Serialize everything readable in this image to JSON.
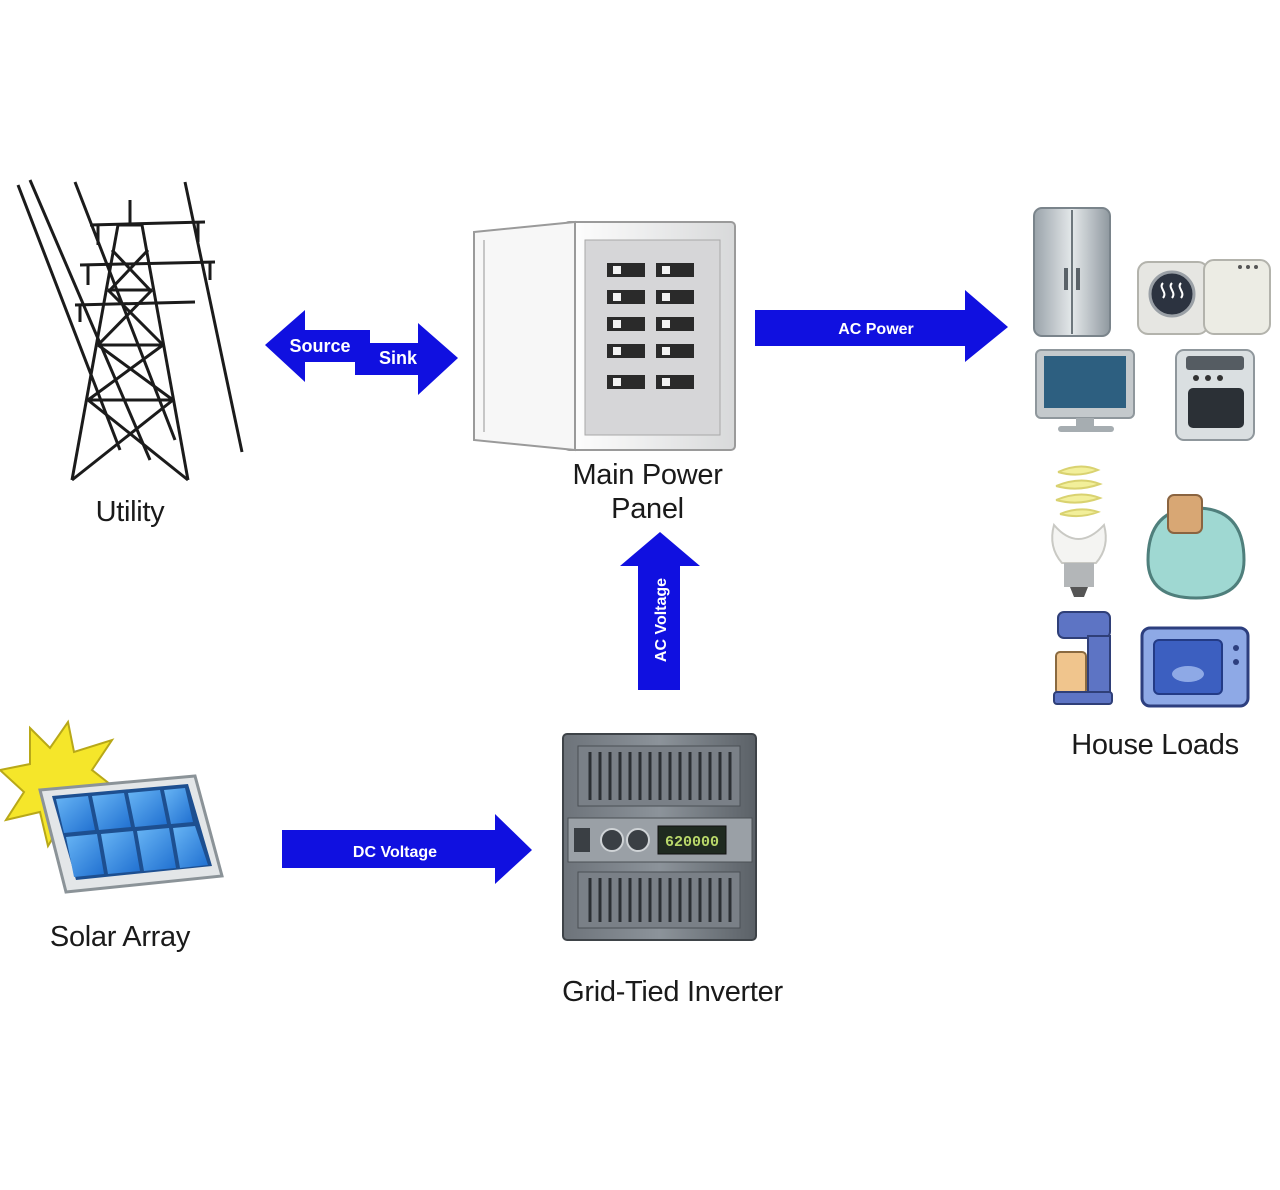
{
  "nodes": {
    "utility": "Utility",
    "main_power_panel": [
      "Main Power",
      "Panel"
    ],
    "house_loads": "House Loads",
    "solar_array": "Solar Array",
    "inverter": "Grid-Tied Inverter"
  },
  "arrows": {
    "source": "Source",
    "sink": "Sink",
    "ac_power": "AC Power",
    "ac_voltage": "AC Voltage",
    "dc_voltage": "DC Voltage"
  },
  "inverter_display": "620000",
  "colors": {
    "arrow": "#1010e0",
    "sun": "#f5e62a",
    "solar_cell": "#3a8fe0",
    "panel_gray": "#d9dadb",
    "inverter_gray": "#8a9096"
  }
}
